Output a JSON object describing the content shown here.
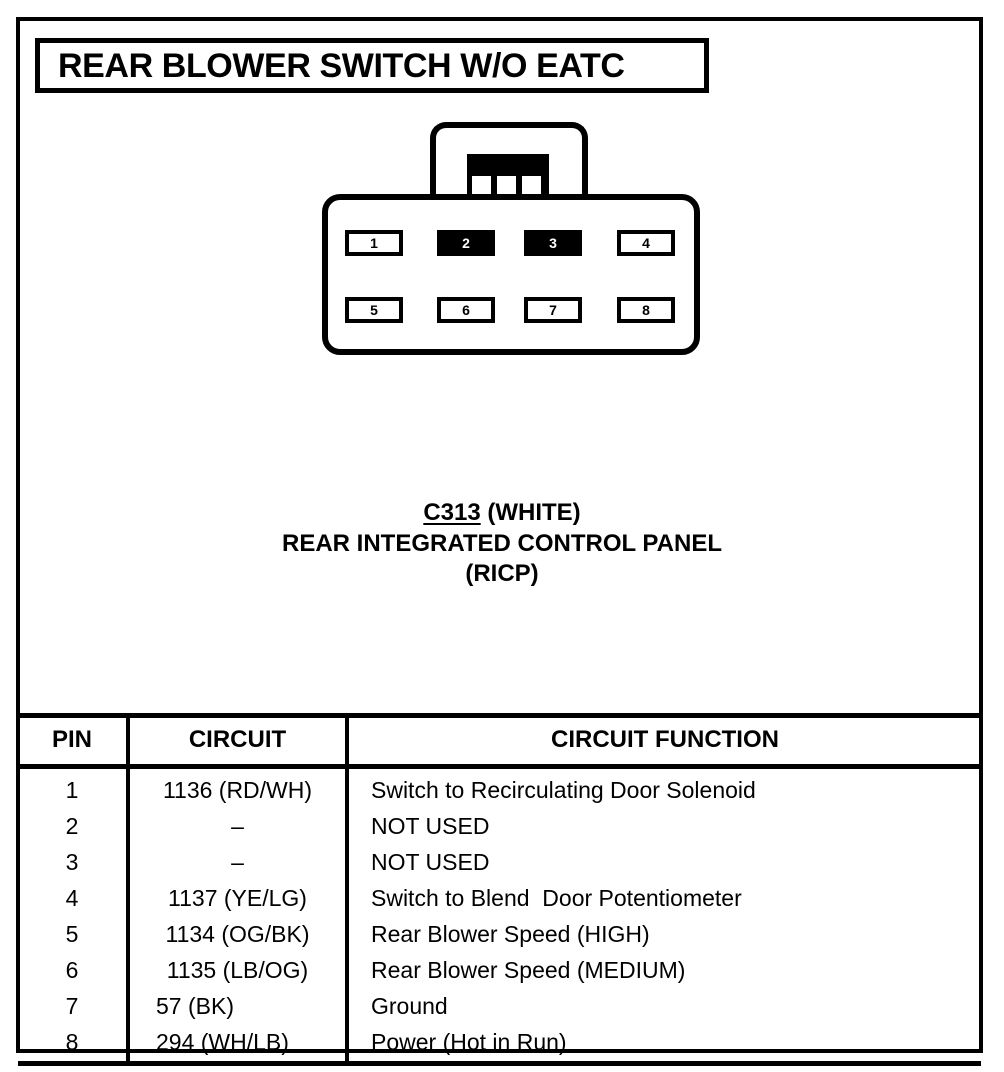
{
  "page": {
    "title": "REAR BLOWER SWITCH W/O EATC"
  },
  "connector": {
    "tab_slot_count": 3,
    "pins": [
      {
        "number": "1",
        "state": "open"
      },
      {
        "number": "2",
        "state": "blocked"
      },
      {
        "number": "3",
        "state": "blocked"
      },
      {
        "number": "4",
        "state": "open"
      },
      {
        "number": "5",
        "state": "open"
      },
      {
        "number": "6",
        "state": "open"
      },
      {
        "number": "7",
        "state": "open"
      },
      {
        "number": "8",
        "state": "open"
      }
    ],
    "caption": {
      "code": "C313",
      "color": "(WHITE)",
      "name": "REAR INTEGRATED CONTROL PANEL",
      "abbreviation": "(RICP)"
    }
  },
  "table": {
    "headers": {
      "pin": "PIN",
      "circuit": "CIRCUIT",
      "function": "CIRCUIT FUNCTION"
    },
    "rows": [
      {
        "pin": "1",
        "circuit": "1136 (RD/WH)",
        "function": "Switch to Recirculating Door Solenoid"
      },
      {
        "pin": "2",
        "circuit": "–",
        "function": "NOT USED"
      },
      {
        "pin": "3",
        "circuit": "–",
        "function": "NOT USED"
      },
      {
        "pin": "4",
        "circuit": "1137 (YE/LG)",
        "function": "Switch to Blend  Door Potentiometer"
      },
      {
        "pin": "5",
        "circuit": "1134 (OG/BK)",
        "function": "Rear Blower Speed (HIGH)"
      },
      {
        "pin": "6",
        "circuit": "1135 (LB/OG)",
        "function": "Rear Blower Speed (MEDIUM)"
      },
      {
        "pin": "7",
        "circuit": "57 (BK)",
        "function": "Ground"
      },
      {
        "pin": "8",
        "circuit": "294 (WH/LB)",
        "function": "Power (Hot in Run)"
      }
    ]
  },
  "colors": {
    "ink": "#000000",
    "paper": "#ffffff"
  }
}
